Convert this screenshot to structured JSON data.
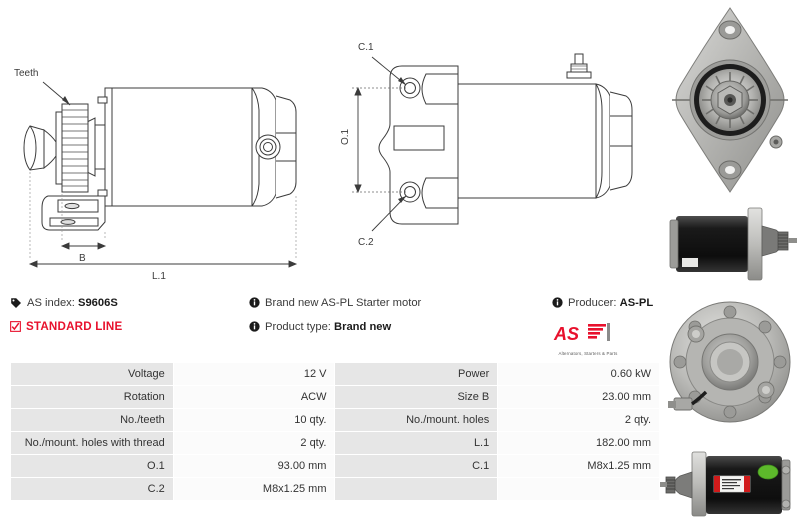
{
  "drawings": {
    "side_view": {
      "labels": {
        "teeth": "Teeth",
        "dim_b": "B",
        "dim_l1": "L.1"
      }
    },
    "front_view": {
      "labels": {
        "c1": "C.1",
        "c2": "C.2",
        "o1": "O.1"
      }
    }
  },
  "info": {
    "as_index_label": "AS index:",
    "as_index_value": "S9606S",
    "standard_line": "STANDARD LINE",
    "description": "Brand new AS-PL Starter motor",
    "product_type_label": "Product type:",
    "product_type_value": "Brand new",
    "producer_label": "Producer:",
    "producer_value": "AS-PL",
    "logo_text": "AS",
    "logo_tagline": "Alternators, Starters & Parts",
    "icons": {
      "tag": "tag-icon",
      "info": "info-icon",
      "check": "checkbox-checked-icon"
    },
    "colors": {
      "brand_red": "#e8112d",
      "label_gray": "#e6e6e6",
      "value_white": "#fbfbfb"
    }
  },
  "spec_table": {
    "rows": [
      {
        "k1": "Voltage",
        "v1": "12 V",
        "k2": "Power",
        "v2": "0.60 kW"
      },
      {
        "k1": "Rotation",
        "v1": "ACW",
        "k2": "Size B",
        "v2": "23.00 mm"
      },
      {
        "k1": "No./teeth",
        "v1": "10 qty.",
        "k2": "No./mount. holes",
        "v2": "2 qty."
      },
      {
        "k1": "No./mount. holes with thread",
        "v1": "2 qty.",
        "k2": "L.1",
        "v2": "182.00 mm"
      },
      {
        "k1": "O.1",
        "v1": "93.00 mm",
        "k2": "C.1",
        "v2": "M8x1.25 mm"
      },
      {
        "k1": "C.2",
        "v1": "M8x1.25 mm",
        "k2": "",
        "v2": ""
      }
    ]
  },
  "photos": [
    {
      "name": "starter-motor-drive-end-view",
      "caption": ""
    },
    {
      "name": "starter-motor-side-view",
      "caption": ""
    },
    {
      "name": "starter-motor-commutator-end-view",
      "caption": ""
    },
    {
      "name": "starter-motor-side-view-with-label",
      "caption": ""
    }
  ]
}
